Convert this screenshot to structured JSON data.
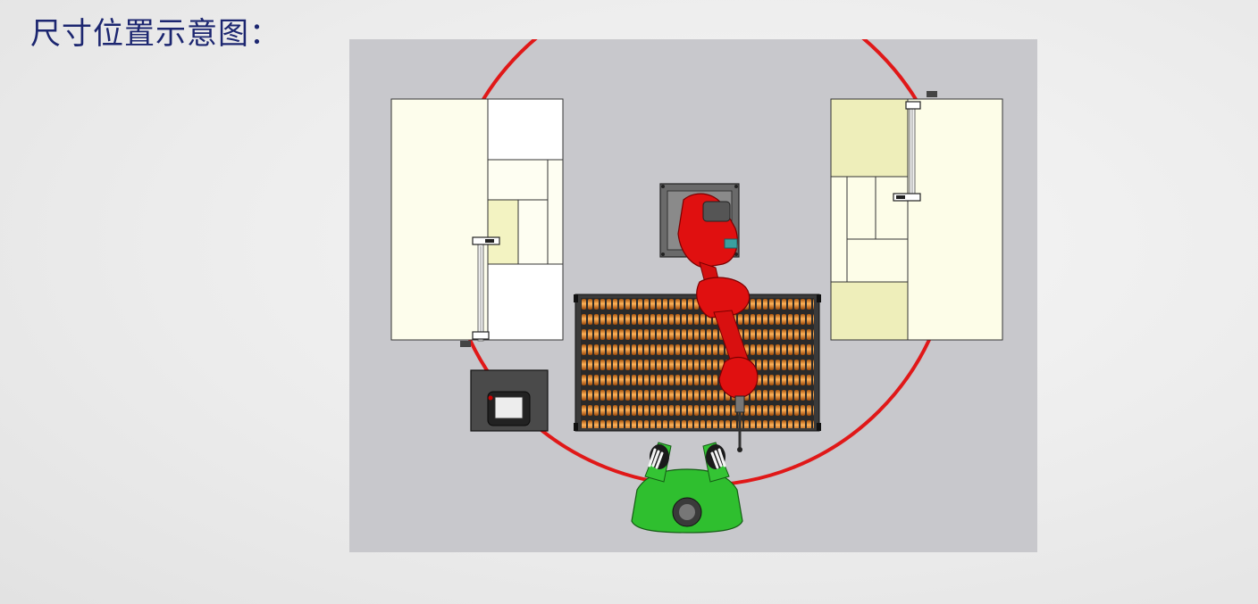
{
  "slide": {
    "title": "尺寸位置示意图："
  },
  "diagram": {
    "background_color": "#c8c8cc",
    "elements": [
      "robot-arm",
      "robot-base",
      "roller-conveyor",
      "left-workbench",
      "right-workbench",
      "safety-light-curtain-left",
      "safety-light-curtain-right",
      "teach-pendant-stand",
      "operator",
      "robot-reach-circle"
    ],
    "colors": {
      "robot": "#e01010",
      "reach_circle": "#e01818",
      "operator": "#2fbf2f",
      "rollers": "#e07a1a",
      "workbench": "#fdfde8",
      "workbench_shade": "#eeeeba",
      "pendant_case": "#4a4a4a"
    }
  }
}
